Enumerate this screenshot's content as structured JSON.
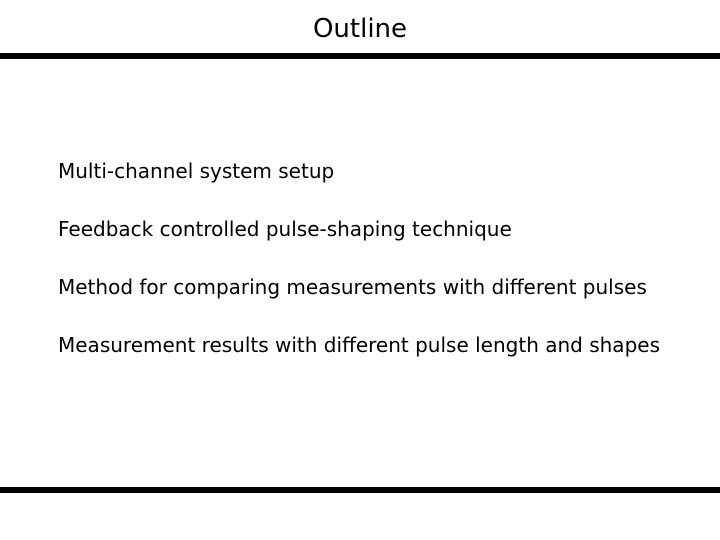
{
  "slide": {
    "title": "Outline",
    "background_color": "#ffffff",
    "text_color": "#000000",
    "rule_color": "#000000",
    "top_rule": {
      "name": "title-divider"
    },
    "bottom_rule": {
      "name": "footer-divider"
    },
    "outline_items": [
      {
        "text": "Multi-channel system setup"
      },
      {
        "text": "Feedback controlled pulse-shaping technique"
      },
      {
        "text": "Method for comparing measurements with different pulses"
      },
      {
        "text": "Measurement results with different pulse length and shapes"
      }
    ]
  }
}
